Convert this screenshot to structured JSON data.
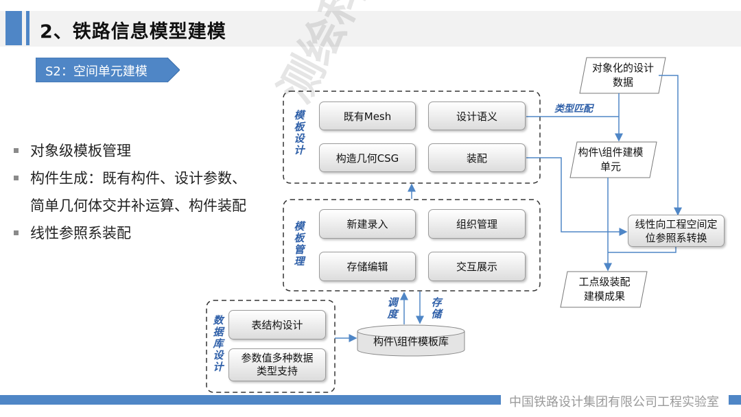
{
  "header": {
    "title": "2、铁路信息模型建模"
  },
  "section_tag": {
    "label": "S2：空间单元建模"
  },
  "bullets": [
    {
      "text": "对象级模板管理",
      "cont": ""
    },
    {
      "text": "构件生成：既有构件、设计参数、",
      "cont": "简单几何体交并补运算、构件装配"
    },
    {
      "text": "线性参照系装配",
      "cont": ""
    }
  ],
  "diagram": {
    "groups": {
      "template_design": "模板设计",
      "template_mgmt": "模板管理",
      "db_design": "数据库设计"
    },
    "nodes": {
      "existing_mesh": "既有Mesh",
      "design_semantics": "设计语义",
      "csg": "构造几何CSG",
      "assembly": "装配",
      "new_entry": "新建录入",
      "org_mgmt": "组织管理",
      "storage_edit": "存储编辑",
      "interactive_display": "交互展示",
      "table_design": "表结构设计",
      "param_types": "参数值多种数据类型支持",
      "template_lib": "构件\\组件模板库",
      "object_data": "对象化的设计数据",
      "component_unit": "构件\\组件建模单元",
      "linear_ref": "线性向工程空间定位参照系转换",
      "site_result": "工点级装配建模成果"
    },
    "edge_labels": {
      "type_match": "类型匹配",
      "schedule": "调度",
      "store": "存储"
    }
  },
  "footer": {
    "text": "中国铁路设计集团有限公司工程实验室"
  },
  "watermark": {
    "text": "测绘科技论坛"
  },
  "colors": {
    "accent": "#4f86c6",
    "label_blue": "#2e5fa8"
  }
}
